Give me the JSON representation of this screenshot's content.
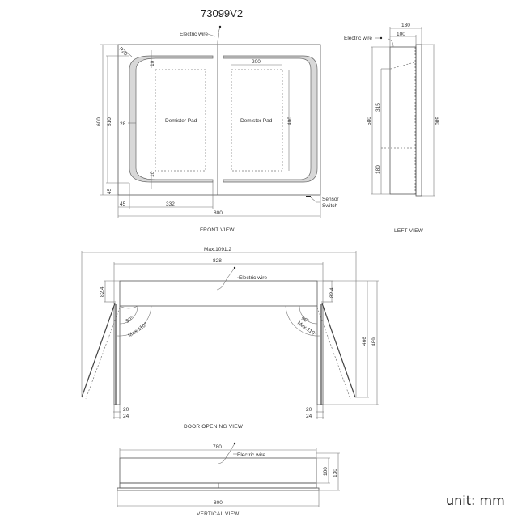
{
  "title": "73099V2",
  "unit_label": "unit: mm",
  "front_view": {
    "label": "FRONT VIEW",
    "electric_wire": "Electric wire",
    "radius": "R20",
    "dim_height_total": "600",
    "dim_height_inner": "510",
    "dim_bottom_offset": "45",
    "dim_side_offset": "45",
    "dim_half_width": "332",
    "dim_width_total": "800",
    "dim_frame": "28",
    "dim_top_gap": "10",
    "dim_bottom_gap": "10",
    "pad_width": "200",
    "pad_height": "400",
    "demister_left": "Demister Pad",
    "demister_right": "Demister Pad",
    "sensor_line1": "Sensor",
    "sensor_line2": "Switch"
  },
  "left_view": {
    "label": "LEFT VIEW",
    "electric_wire": "Electric wire",
    "dim_depth_total": "130",
    "dim_depth_body": "100",
    "dim_height_body": "580",
    "dim_height_total": "600",
    "dim_shelf_upper": "315",
    "dim_shelf_lower": "180"
  },
  "door_opening_view": {
    "label": "DOOR   OPENING   VIEW",
    "electric_wire": "Electric wire",
    "dim_max_width": "Max.1091.2",
    "dim_width": "828",
    "dim_left_offset": "82.4",
    "dim_right_offset": "82.4",
    "angle_90_left": "90°",
    "angle_max_left": "Max.110°",
    "angle_90_right": "90°",
    "angle_max_right": "Max.110°",
    "dim_door_466": "466",
    "dim_door_489": "489",
    "dim_left_20": "20",
    "dim_left_24": "24",
    "dim_right_20": "20",
    "dim_right_24": "24"
  },
  "vertical_view": {
    "label": "VERTICAL VIEW",
    "electric_wire": "Electric wire",
    "dim_body_width": "780",
    "dim_total_width": "800",
    "dim_depth_body": "100",
    "dim_depth_total": "130"
  }
}
